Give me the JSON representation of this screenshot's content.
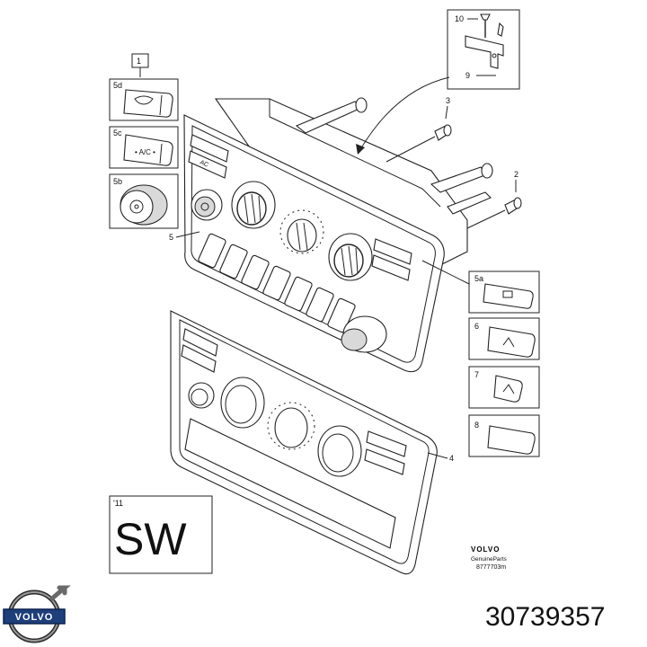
{
  "callouts": {
    "c1": "1",
    "c2": "2",
    "c3": "3",
    "c4": "4",
    "c5": "5",
    "c5a": "5a",
    "c5b": "5b",
    "c5c": "5c",
    "c5d": "5d",
    "c6": "6",
    "c7": "7",
    "c8": "8",
    "c9": "9",
    "c10": "10"
  },
  "sw_box": {
    "year": "'11",
    "code": "SW"
  },
  "branding": {
    "brand": "VOLVO",
    "genuine": "GenuineParts",
    "ref": "8777703m"
  },
  "part_number": "30739357",
  "logo": {
    "icon": "volvo-iron-mark-icon",
    "text": "VOLVO",
    "color": "#1f3f7a"
  }
}
